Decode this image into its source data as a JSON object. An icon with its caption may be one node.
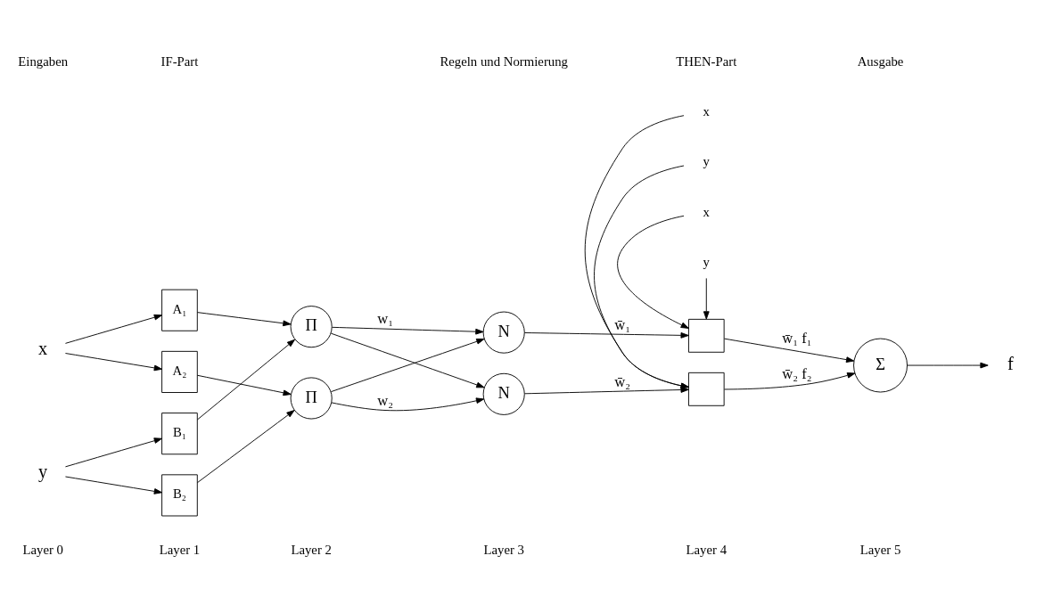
{
  "diagram": {
    "nodes": [
      {
        "text": [
          "x"
        ]
      },
      {
        "text": [
          "y"
        ]
      },
      {
        "text": [
          "A₁"
        ]
      },
      {
        "text": [
          "A₂"
        ]
      },
      {
        "text": [
          "B₁"
        ]
      },
      {
        "text": [
          "B₂"
        ]
      },
      {
        "text": [
          "Π"
        ]
      },
      {
        "text": [
          "Π"
        ]
      },
      {
        "text": [
          "N"
        ]
      },
      {
        "text": [
          "N"
        ]
      },
      {
        "text": [],
        "shape": "box"
      },
      {
        "text": [],
        "shape": "box"
      },
      {
        "text": [
          "Σ"
        ]
      },
      {
        "text": [
          "f"
        ]
      },
      {
        "text": [
          "x"
        ]
      },
      {
        "text": [
          "y"
        ]
      },
      {
        "text": [
          "x"
        ]
      },
      {
        "text": [
          "y"
        ]
      }
    ],
    "edges": [
      {
        "from": 0,
        "to": 2,
        "arrow": "to"
      },
      {
        "from": 0,
        "to": 3,
        "arrow": "to"
      },
      {
        "from": 1,
        "to": 4,
        "arrow": "to"
      },
      {
        "from": 1,
        "to": 5,
        "arrow": "to"
      },
      {
        "from": 2,
        "to": 6,
        "arrow": "to"
      },
      {
        "from": 4,
        "to": 6,
        "arrow": "to"
      },
      {
        "from": 3,
        "to": 7,
        "arrow": "to"
      },
      {
        "from": 5,
        "to": 7,
        "arrow": "to"
      },
      {
        "from": 6,
        "to": 8,
        "arrow": "to",
        "label": "w₁"
      },
      {
        "from": 6,
        "to": 9,
        "arrow": "to"
      },
      {
        "from": 7,
        "to": 8,
        "arrow": "to"
      },
      {
        "from": 7,
        "to": 9,
        "arrow": "to",
        "label": "w₂"
      },
      {
        "from": 8,
        "to": 10,
        "arrow": "to",
        "label": "w̄₁"
      },
      {
        "from": 9,
        "to": 11,
        "arrow": "to",
        "label": "w̄₂"
      },
      {
        "from": 10,
        "to": 12,
        "arrow": "to",
        "label": "w̄₁ f₁"
      },
      {
        "from": 11,
        "to": 12,
        "arrow": "to",
        "label": "w̄₂ f₂"
      },
      {
        "from": 12,
        "to": 13,
        "arrow": "to"
      },
      {
        "from": 14,
        "to": 10,
        "arrow": "to"
      },
      {
        "from": 15,
        "to": 10,
        "arrow": "to"
      },
      {
        "from": 16,
        "to": 11,
        "arrow": "to"
      },
      {
        "from": 17,
        "to": 11,
        "arrow": "to"
      }
    ],
    "labels": [
      "Layer 0",
      "Layer 1",
      "Layer 2",
      "Layer 3",
      "Layer 4",
      "Layer 5",
      "Eingaben",
      "IF-Part",
      "Regeln und Normierung",
      "THEN-Part",
      "Ausgabe"
    ]
  }
}
